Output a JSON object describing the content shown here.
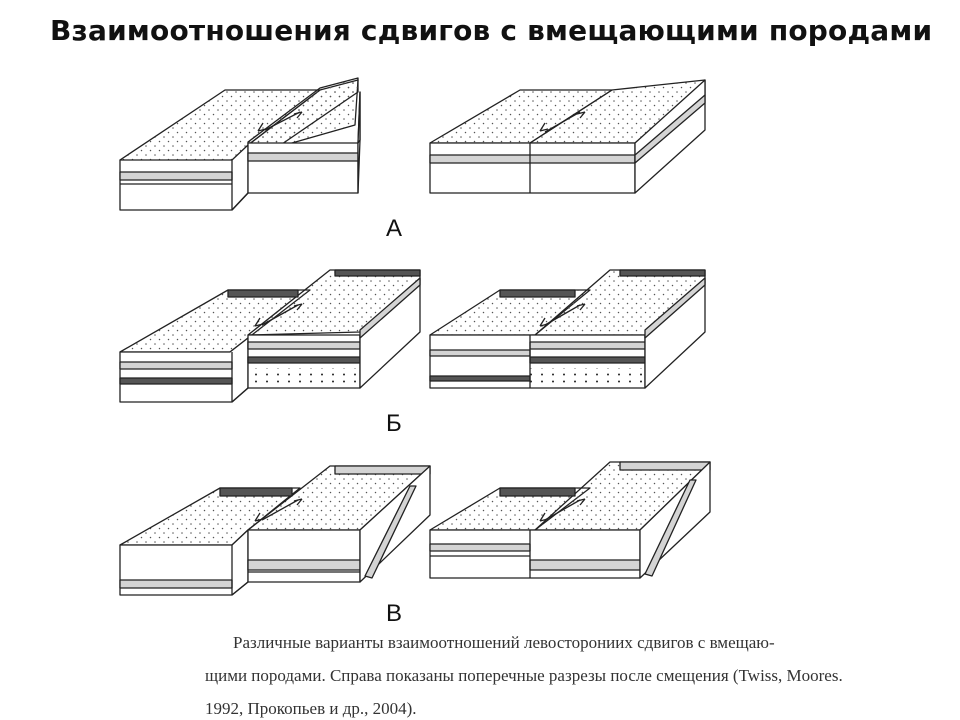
{
  "title": "Взаимоотношения сдвигов с вмещающими породами",
  "panels": [
    {
      "id": "a",
      "label": "А"
    },
    {
      "id": "b",
      "label": "Б"
    },
    {
      "id": "v",
      "label": "В"
    }
  ],
  "caption": {
    "line1": "Различные варианты взаимоотношений левосторониих сдвигов с вмещаю-",
    "line2": "щими породами. Справа показаны поперечные разрезы после смещения (Twiss, Moores.",
    "line3": "1992, Прокопьев и др., 2004)."
  },
  "colors": {
    "stroke": "#222222",
    "band": "#d4d4d4",
    "dark_band": "#555555",
    "background": "#ffffff"
  }
}
